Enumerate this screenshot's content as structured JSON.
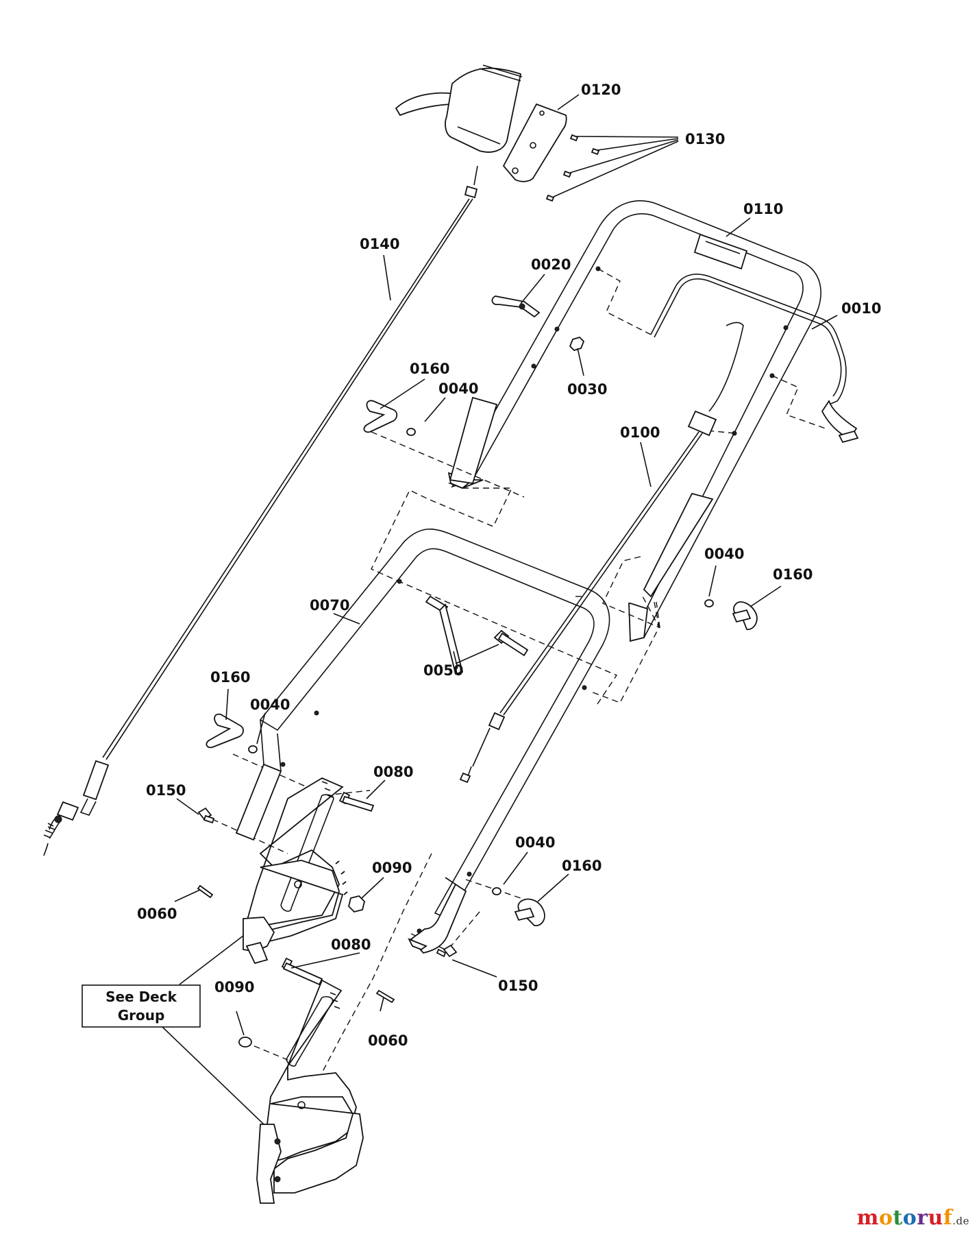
{
  "labels": {
    "l0120": "0120",
    "l0130": "0130",
    "l0110": "0110",
    "l0140": "0140",
    "l0020": "0020",
    "l0010": "0010",
    "l0160a": "0160",
    "l0040a": "0040",
    "l0030": "0030",
    "l0100": "0100",
    "l0040b": "0040",
    "l0160b": "0160",
    "l0070": "0070",
    "l0050": "0050",
    "l0160c": "0160",
    "l0040c": "0040",
    "l0080a": "0080",
    "l0150a": "0150",
    "l0040d": "0040",
    "l0160d": "0160",
    "l0090a": "0090",
    "l0060a": "0060",
    "l0080b": "0080",
    "l0150b": "0150",
    "l0090b": "0090",
    "l0060b": "0060"
  },
  "note": {
    "line1": "See Deck",
    "line2": "Group"
  },
  "watermark": {
    "m1": "m",
    "o1": "o",
    "t": "t",
    "o2": "o",
    "r": "r",
    "u": "u",
    "f": "f",
    "suffix": ".de"
  },
  "colors": {
    "m1": "#d61f26",
    "o1": "#f39200",
    "t": "#2a8c3c",
    "o2": "#1a6bb5",
    "r": "#6a2c8f",
    "u": "#d61f26",
    "f": "#f39200"
  }
}
